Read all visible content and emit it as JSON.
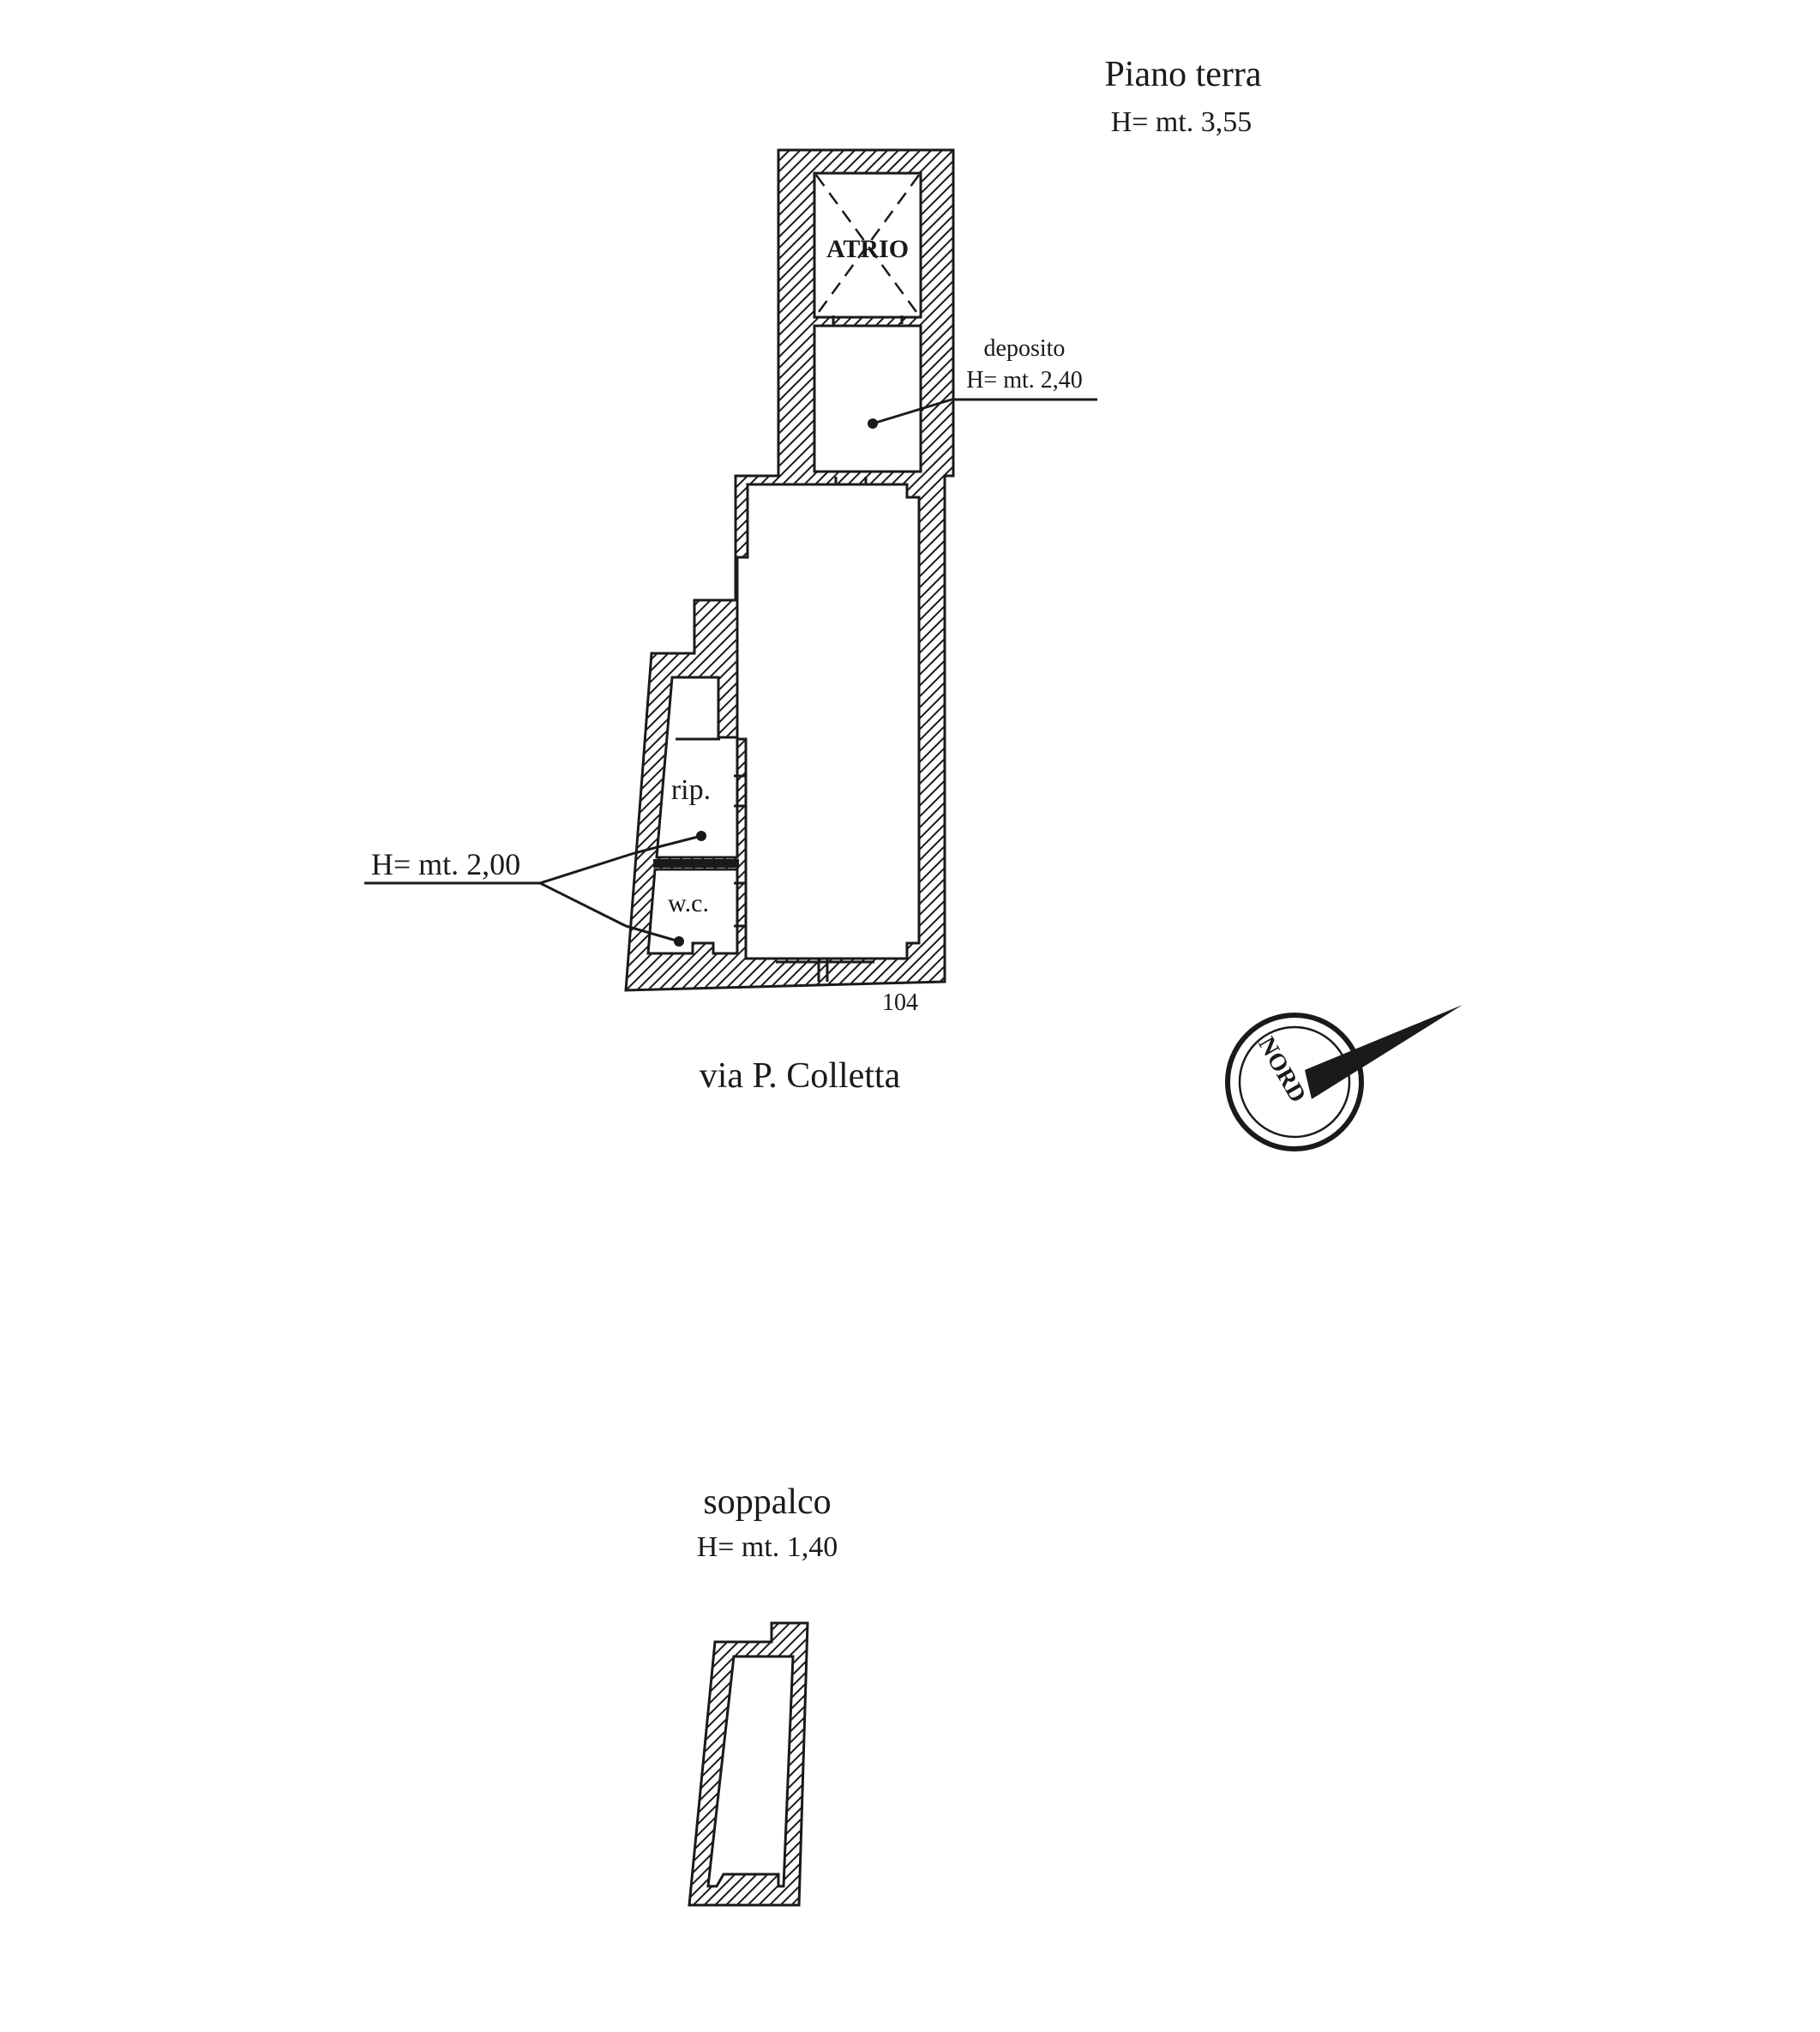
{
  "ground_floor": {
    "title": "Piano terra",
    "height": "H= mt. 3,55"
  },
  "rooms": {
    "atrio": "ATRIO",
    "deposito": "deposito",
    "deposito_height": "H= mt. 2,40",
    "ripostiglio": "rip.",
    "wc": "w.c.",
    "service_height": "H= mt. 2,00"
  },
  "street": {
    "name": "via P. Colletta",
    "number": "104"
  },
  "compass": {
    "label": "NORD"
  },
  "mezzanine": {
    "title": "soppalco",
    "height": "H= mt. 1,40"
  }
}
